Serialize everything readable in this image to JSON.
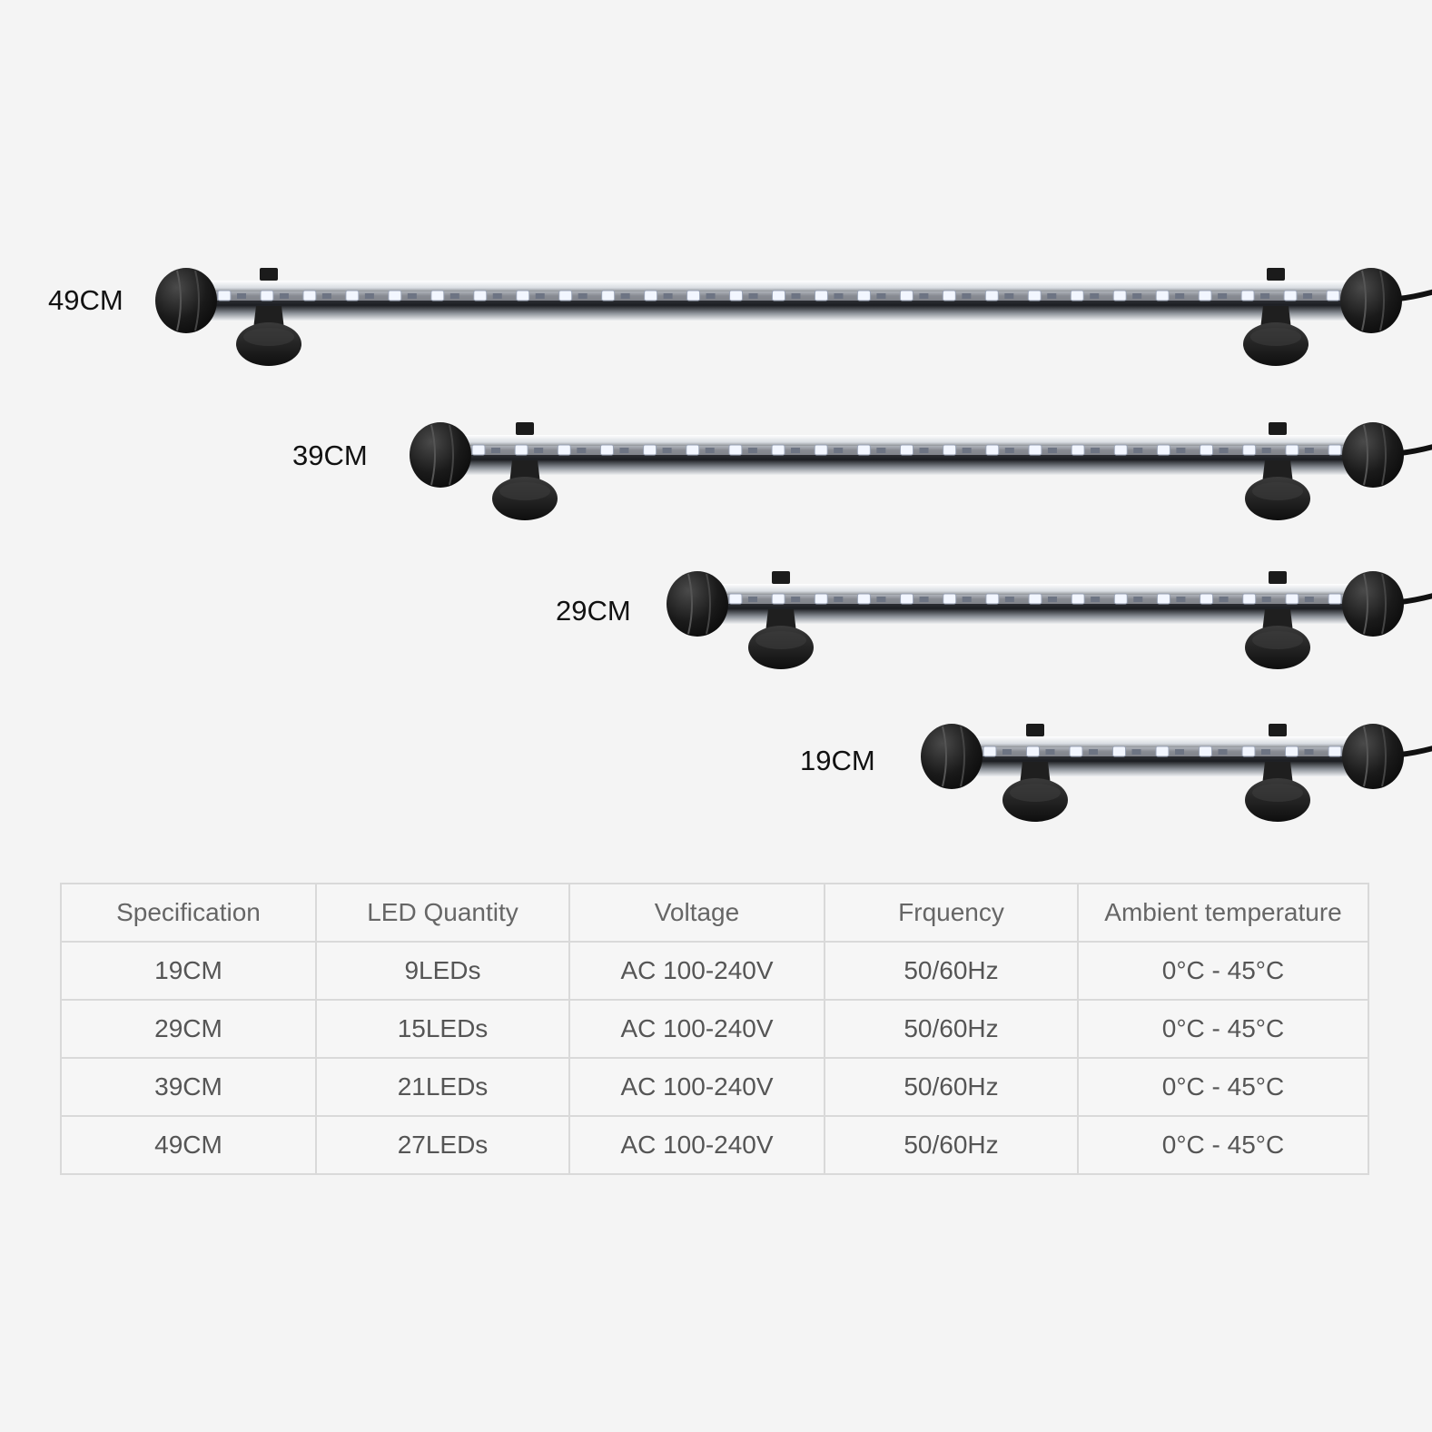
{
  "bars": [
    {
      "label": "49CM"
    },
    {
      "label": "39CM"
    },
    {
      "label": "29CM"
    },
    {
      "label": "19CM"
    }
  ],
  "table": {
    "headers": [
      "Specification",
      "LED Quantity",
      "Voltage",
      "Frquency",
      "Ambient temperature"
    ],
    "rows": [
      [
        "19CM",
        "9LEDs",
        "AC 100-240V",
        "50/60Hz",
        "0°C - 45°C"
      ],
      [
        "29CM",
        "15LEDs",
        "AC 100-240V",
        "50/60Hz",
        "0°C - 45°C"
      ],
      [
        "39CM",
        "21LEDs",
        "AC 100-240V",
        "50/60Hz",
        "0°C - 45°C"
      ],
      [
        "49CM",
        "27LEDs",
        "AC 100-240V",
        "50/60Hz",
        "0°C - 45°C"
      ]
    ]
  },
  "colors": {
    "background": "#f4f4f4",
    "end_cap": "#1a1a1a",
    "led": "#f2f6ff",
    "table_border": "#d9d9d9",
    "table_text": "#555555"
  }
}
